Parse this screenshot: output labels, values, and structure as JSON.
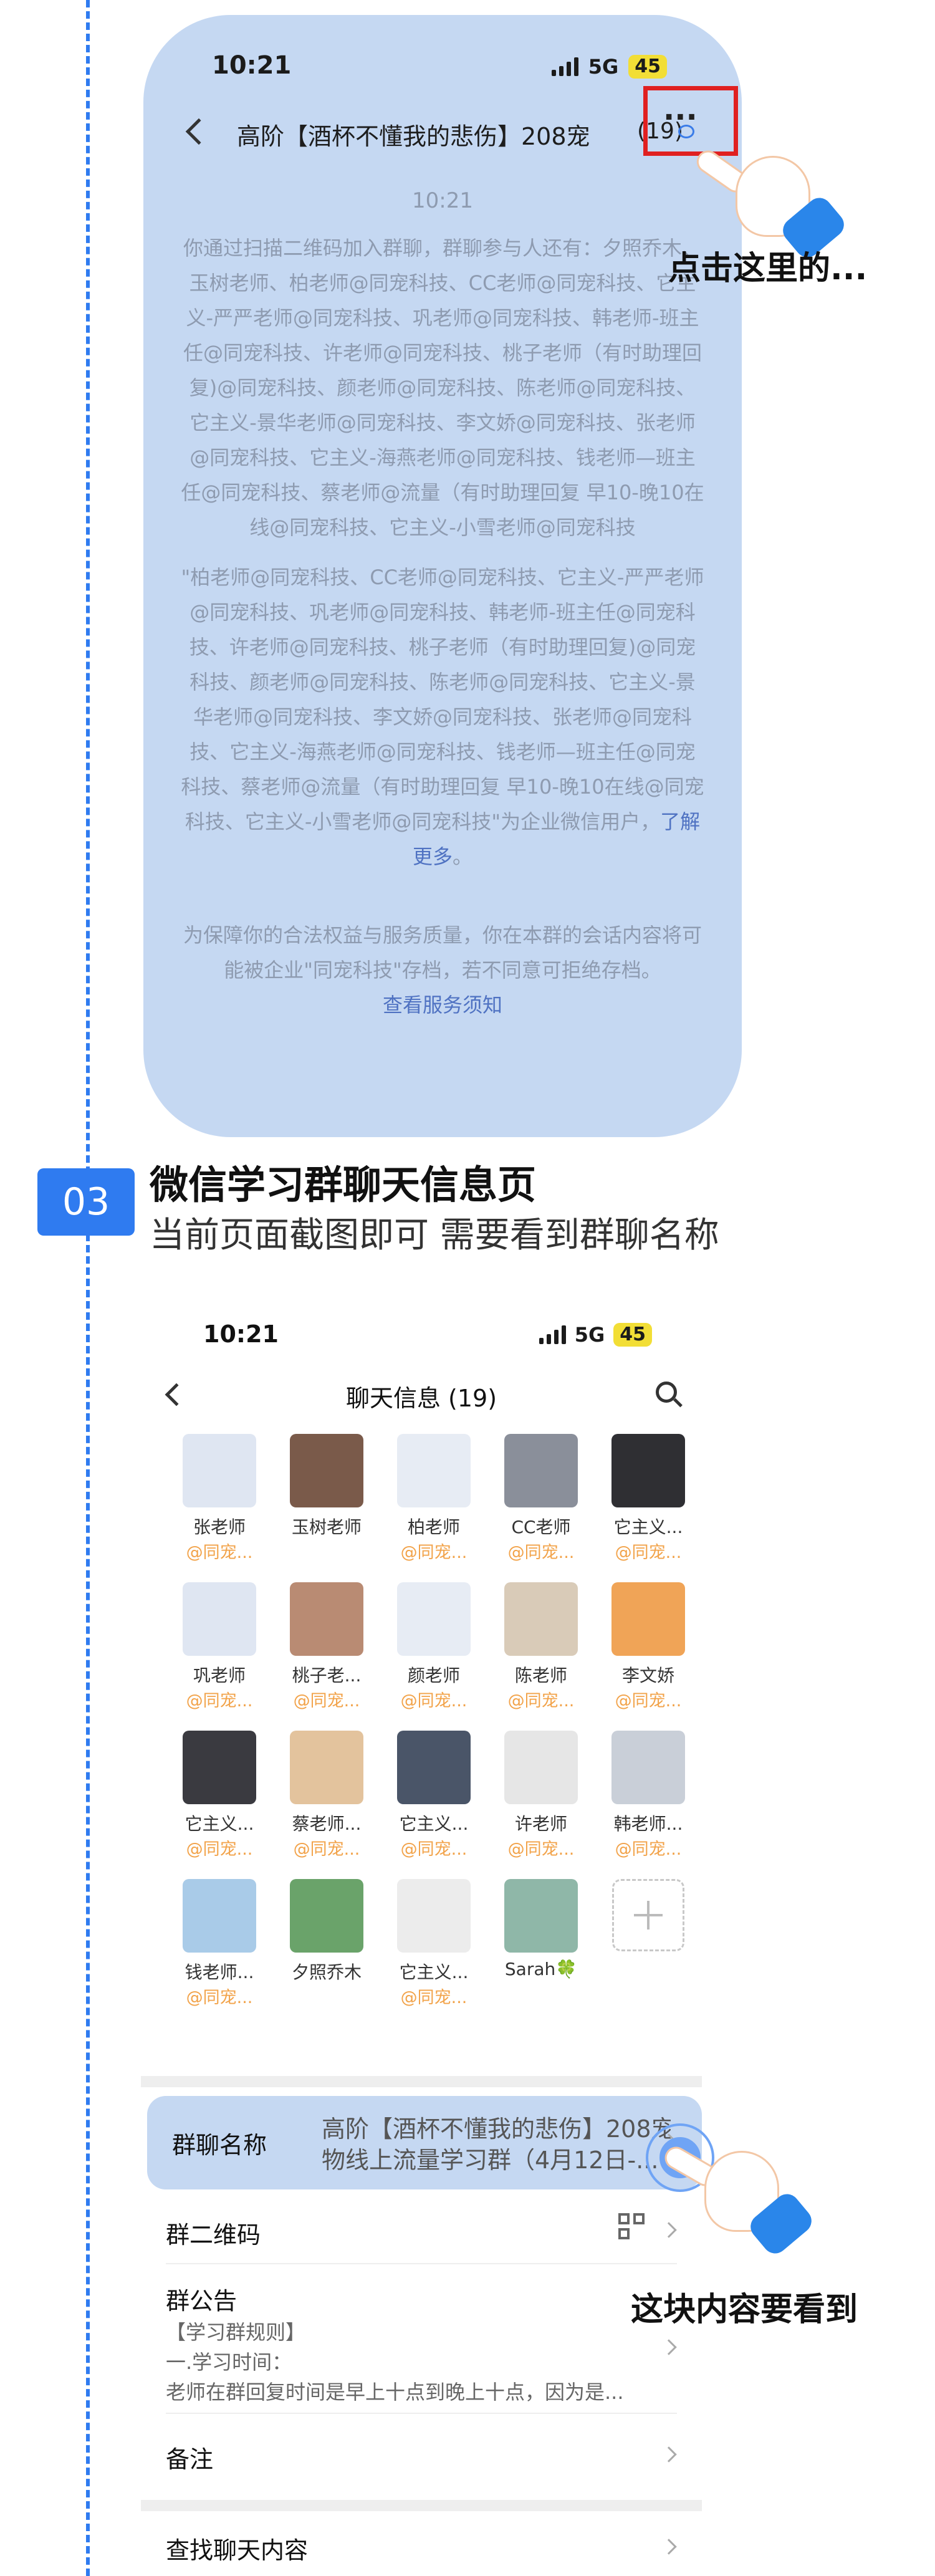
{
  "phone1": {
    "time": "10:21",
    "network": "5G",
    "battery": "45",
    "title": "高阶【酒杯不懂我的悲伤】208宠",
    "count": "(19)",
    "more_icon": "···",
    "stamp": "10:21",
    "join_text": "你通过扫描二维码加入群聊，群聊参与人还有：夕照乔木、玉树老师、柏老师@同宠科技、CC老师@同宠科技、它主义-严严老师@同宠科技、巩老师@同宠科技、韩老师-班主任@同宠科技、许老师@同宠科技、桃子老师（有时助理回复)@同宠科技、颜老师@同宠科技、陈老师@同宠科技、它主义-景华老师@同宠科技、李文娇@同宠科技、张老师@同宠科技、它主义-海燕老师@同宠科技、钱老师—班主任@同宠科技、蔡老师@流量（有时助理回复 早10-晚10在线@同宠科技、它主义-小雪老师@同宠科技",
    "wecom_text": "\"柏老师@同宠科技、CC老师@同宠科技、它主义-严严老师@同宠科技、巩老师@同宠科技、韩老师-班主任@同宠科技、许老师@同宠科技、桃子老师（有时助理回复)@同宠科技、颜老师@同宠科技、陈老师@同宠科技、它主义-景华老师@同宠科技、李文娇@同宠科技、张老师@同宠科技、它主义-海燕老师@同宠科技、钱老师—班主任@同宠科技、蔡老师@流量（有时助理回复 早10-晚10在线@同宠科技、它主义-小雪老师@同宠科技\"为企业微信用户，",
    "learn_more": "了解更多",
    "learn_more_tail": "。",
    "archive_notice": "为保障你的合法权益与服务质量，你在本群的会话内容将可能被企业\"同宠科技\"存档，若不同意可拒绝存档。",
    "service_link": "查看服务须知"
  },
  "caption1": "点击这里的...",
  "section": {
    "number": "03",
    "title": "微信学习群聊天信息页",
    "subtitle": "当前页面截图即可 需要看到群聊名称"
  },
  "phone2": {
    "time": "10:21",
    "network": "5G",
    "battery": "45",
    "title": "聊天信息 (19)",
    "members": [
      {
        "name": "张老师",
        "org": "@同宠...",
        "color": "#dfe6f2"
      },
      {
        "name": "玉树老师",
        "org": "",
        "color": "#7a5a4a"
      },
      {
        "name": "柏老师",
        "org": "@同宠...",
        "color": "#e7ecf4"
      },
      {
        "name": "CC老师",
        "org": "@同宠...",
        "color": "#8a8f9a"
      },
      {
        "name": "它主义...",
        "org": "@同宠...",
        "color": "#2f2f33"
      },
      {
        "name": "巩老师",
        "org": "@同宠...",
        "color": "#dfe6f2"
      },
      {
        "name": "桃子老...",
        "org": "@同宠...",
        "color": "#b98b73"
      },
      {
        "name": "颜老师",
        "org": "@同宠...",
        "color": "#e7ecf4"
      },
      {
        "name": "陈老师",
        "org": "@同宠...",
        "color": "#d9cbb8"
      },
      {
        "name": "李文娇",
        "org": "@同宠...",
        "color": "#f0a457"
      },
      {
        "name": "它主义...",
        "org": "@同宠...",
        "color": "#3a3a40"
      },
      {
        "name": "蔡老师...",
        "org": "@同宠...",
        "color": "#e3c39d"
      },
      {
        "name": "它主义...",
        "org": "@同宠...",
        "color": "#4a5568"
      },
      {
        "name": "许老师",
        "org": "@同宠...",
        "color": "#e6e6e6"
      },
      {
        "name": "韩老师...",
        "org": "@同宠...",
        "color": "#c9cfd8"
      },
      {
        "name": "钱老师...",
        "org": "@同宠...",
        "color": "#a9cbe8"
      },
      {
        "name": "夕照乔木",
        "org": "",
        "color": "#6aa36a"
      },
      {
        "name": "它主义...",
        "org": "@同宠...",
        "color": "#ececec"
      },
      {
        "name": "Sarah🍀",
        "org": "",
        "color": "#8fb7a8"
      }
    ],
    "group_name_label": "群聊名称",
    "group_name_line1": "高阶【酒杯不懂我的悲伤】208宠",
    "group_name_line2": "物线上流量学习群（4月12日-...",
    "qr_label": "群二维码",
    "notice_label": "群公告",
    "notice_line1": "【学习群规则】",
    "notice_line2": "一.学习时间：",
    "notice_line3": "老师在群回复时间是早上十点到晚上十点，因为是...",
    "remark_label": "备注",
    "search_label": "查找聊天内容"
  },
  "caption2": "这块内容要看到",
  "colors": {
    "accent": "#2f7bf0",
    "highlight": "#c5d8f2",
    "red_box": "#e02020",
    "org_orange": "#f2a34a"
  }
}
